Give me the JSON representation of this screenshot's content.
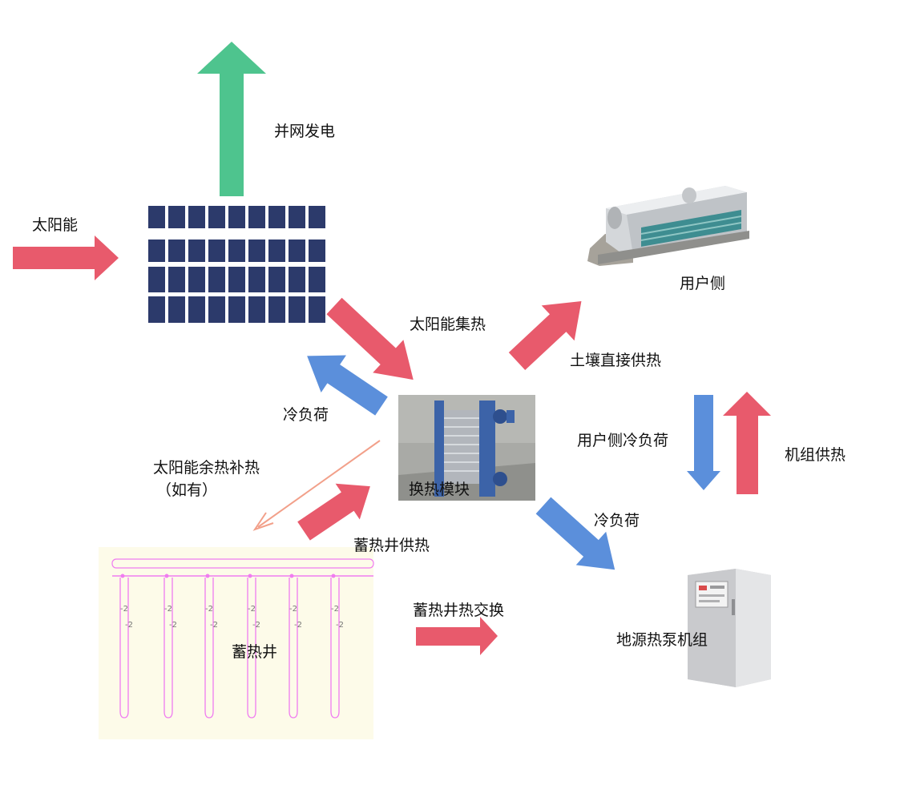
{
  "colors": {
    "green_arrow": "#4ec48e",
    "red_arrow": "#e85a6c",
    "blue_arrow": "#5b8fdb",
    "thin_arrow": "#f2a08a",
    "solar_panel": "#2c3a6b",
    "well_pipe": "#f07cf0",
    "well_background": "#fdfbe9",
    "heat_exchanger": "#3c63a8",
    "heat_pump_unit": "#d2d3d5"
  },
  "labels": {
    "grid_power": "并网发电",
    "solar_energy": "太阳能",
    "solar_collection": "太阳能集热",
    "user_side": "用户侧",
    "soil_direct_heating": "土壤直接供热",
    "cold_load_top": "冷负荷",
    "user_side_cold_load": "用户侧冷负荷",
    "unit_heating": "机组供热",
    "solar_surplus_heat_line1": "太阳能余热补热",
    "solar_surplus_heat_line2": "（如有）",
    "heat_exchange_module": "换热模块",
    "cold_load_bottom": "冷负荷",
    "storage_well_heating": "蓄热井供热",
    "storage_well": "蓄热井",
    "storage_well_heat_exchange": "蓄热井热交换",
    "ground_source_heat_pump": "地源热泵机组"
  },
  "pipe_tag": "-2"
}
